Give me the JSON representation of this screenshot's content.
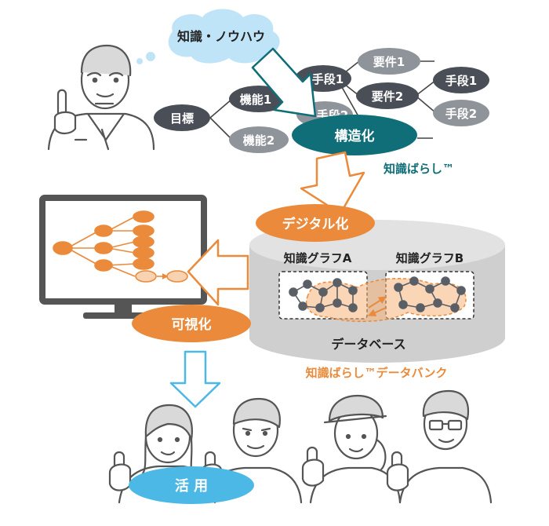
{
  "thought_bubble": {
    "label": "知識・ノウハウ"
  },
  "tree": {
    "goal": "目標",
    "func1": "機能1",
    "func2": "機能2",
    "means1": "手段1",
    "means2_hidden": "手段2",
    "req1": "要件1",
    "req2": "要件2",
    "sub_means1": "手段1",
    "sub_means2": "手段2"
  },
  "structuring": {
    "label": "構造化",
    "brand": "知識ばらし™"
  },
  "digitize": {
    "label": "デジタル化"
  },
  "database": {
    "graph_a": "知識グラフA",
    "graph_b": "知識グラフB",
    "label": "データベース",
    "brand": "知識ばらし™データバンク"
  },
  "visualize": {
    "label": "可視化"
  },
  "utilize": {
    "label": "活 用"
  },
  "colors": {
    "dark_node": "#4a4f57",
    "gray_node": "#8f949a",
    "teal": "#0f6e78",
    "orange": "#ea8a3a",
    "cyan": "#4bb8e6",
    "bubble": "#bfe4f7"
  }
}
